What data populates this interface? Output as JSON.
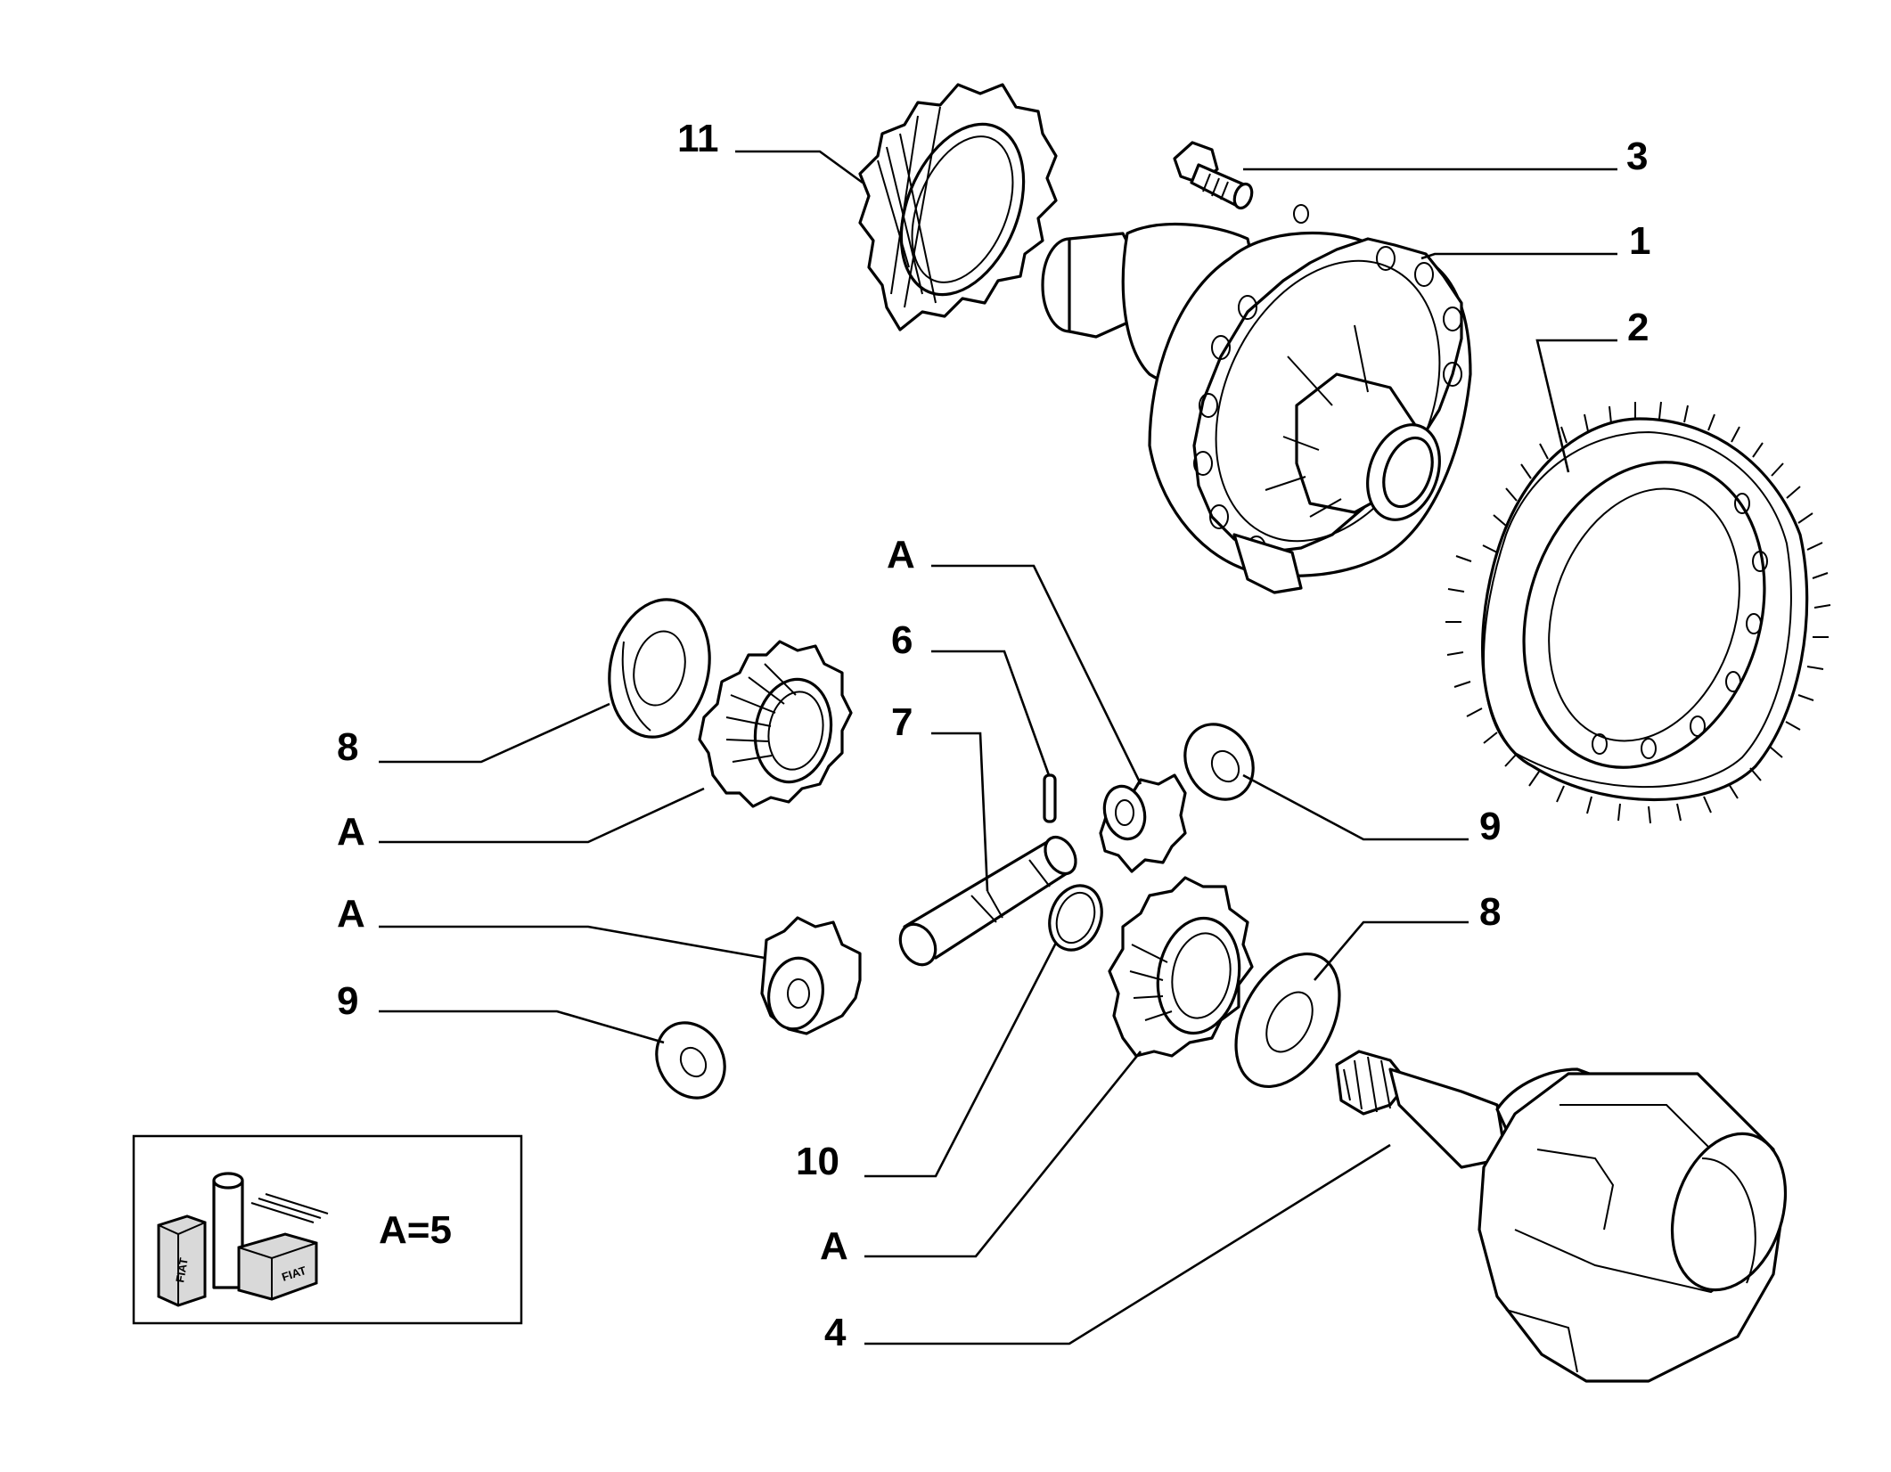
{
  "diagram": {
    "callouts": {
      "c11": "11",
      "c3": "3",
      "c1": "1",
      "c2": "2",
      "c_a_top": "A",
      "c6": "6",
      "c7": "7",
      "c8_left": "8",
      "c_a_left1": "A",
      "c_a_left2": "A",
      "c9_left": "9",
      "c9_right": "9",
      "c8_right": "8",
      "c10": "10",
      "c_a_bottom": "A",
      "c4": "4"
    },
    "kit_box": {
      "quantity_label": "A=5",
      "logo_text": "FIAT"
    }
  }
}
